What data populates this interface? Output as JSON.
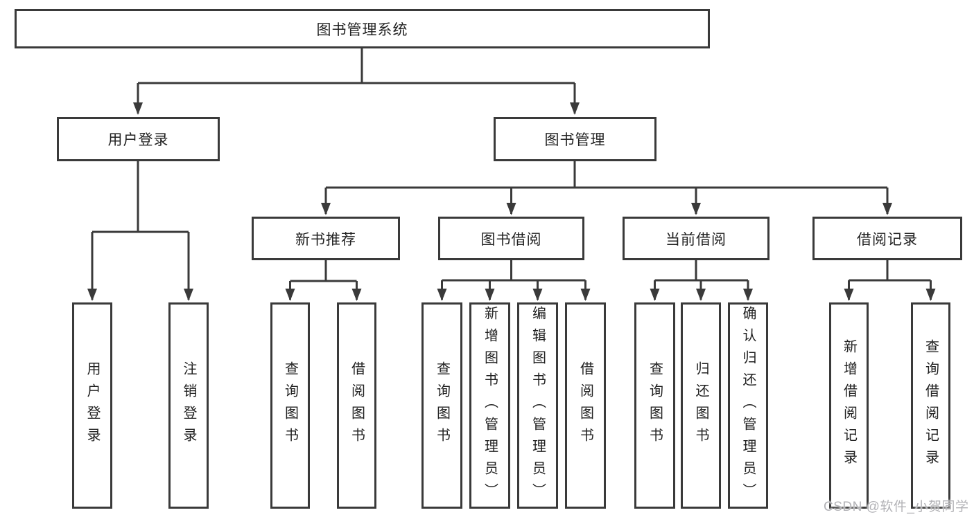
{
  "diagram": {
    "root": {
      "label": "图书管理系统"
    },
    "branches": [
      {
        "label": "用户登录",
        "children": [
          {
            "label": "用户登录"
          },
          {
            "label": "注销登录"
          }
        ]
      },
      {
        "label": "图书管理",
        "children": [
          {
            "label": "新书推荐",
            "children": [
              {
                "label": "查询图书"
              },
              {
                "label": "借阅图书"
              }
            ]
          },
          {
            "label": "图书借阅",
            "children": [
              {
                "label": "查询图书"
              },
              {
                "label": "新增图书（管理员）"
              },
              {
                "label": "编辑图书（管理员）"
              },
              {
                "label": "借阅图书"
              }
            ]
          },
          {
            "label": "当前借阅",
            "children": [
              {
                "label": "查询图书"
              },
              {
                "label": "归还图书"
              },
              {
                "label": "确认归还（管理员）"
              }
            ]
          },
          {
            "label": "借阅记录",
            "children": [
              {
                "label": "新增借阅记录"
              },
              {
                "label": "查询借阅记录"
              }
            ]
          }
        ]
      }
    ]
  },
  "watermark": {
    "text": "CSDN @软件_小贺同学"
  },
  "colors": {
    "line": "#3a3a3a",
    "text": "#212121",
    "background": "#ffffff",
    "watermark": "#b2b2b6"
  }
}
